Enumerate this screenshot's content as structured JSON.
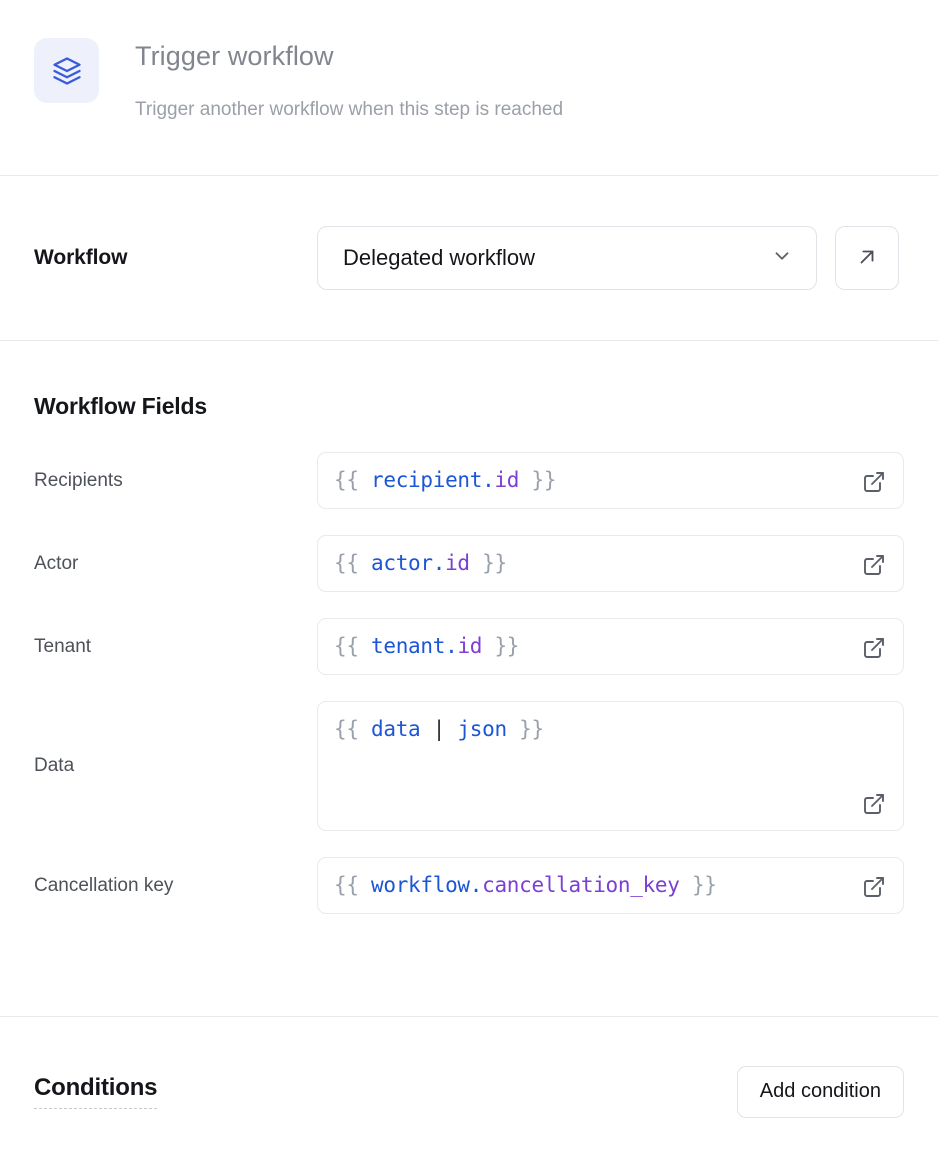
{
  "header": {
    "icon": "layers-icon",
    "title": "Trigger workflow",
    "subtitle": "Trigger another workflow when this step is reached",
    "icon_color": "#3a5bd9",
    "icon_bg": "#eef1fb"
  },
  "workflow": {
    "label": "Workflow",
    "selected": "Delegated workflow",
    "dropdown_icon": "chevron-down-icon",
    "open_button_icon": "arrow-up-right-icon"
  },
  "workflow_fields": {
    "title": "Workflow Fields",
    "external_link_icon": "external-link-icon",
    "fields": [
      {
        "label": "Recipients",
        "value": "{{ recipient.id }}",
        "tokens": [
          {
            "text": "{{ ",
            "type": "brace"
          },
          {
            "text": "recipient.",
            "type": "obj"
          },
          {
            "text": "id",
            "type": "prop"
          },
          {
            "text": " }}",
            "type": "brace"
          }
        ],
        "multiline": false
      },
      {
        "label": "Actor",
        "value": "{{ actor.id }}",
        "tokens": [
          {
            "text": "{{ ",
            "type": "brace"
          },
          {
            "text": "actor.",
            "type": "obj"
          },
          {
            "text": "id",
            "type": "prop"
          },
          {
            "text": " }}",
            "type": "brace"
          }
        ],
        "multiline": false
      },
      {
        "label": "Tenant",
        "value": "{{ tenant.id }}",
        "tokens": [
          {
            "text": "{{ ",
            "type": "brace"
          },
          {
            "text": "tenant.",
            "type": "obj"
          },
          {
            "text": "id",
            "type": "prop"
          },
          {
            "text": " }}",
            "type": "brace"
          }
        ],
        "multiline": false
      },
      {
        "label": "Data",
        "value": "{{ data | json }}",
        "tokens": [
          {
            "text": "{{ ",
            "type": "brace"
          },
          {
            "text": "data",
            "type": "obj"
          },
          {
            "text": " | ",
            "type": "pipe"
          },
          {
            "text": "json",
            "type": "fn"
          },
          {
            "text": " }}",
            "type": "brace"
          }
        ],
        "multiline": true
      },
      {
        "label": "Cancellation key",
        "value": "{{ workflow.cancellation_key }}",
        "tokens": [
          {
            "text": "{{ ",
            "type": "brace"
          },
          {
            "text": "workflow.",
            "type": "obj"
          },
          {
            "text": "cancellation_key",
            "type": "prop"
          },
          {
            "text": " }}",
            "type": "brace"
          }
        ],
        "multiline": false
      }
    ]
  },
  "conditions": {
    "title": "Conditions",
    "add_button_label": "Add condition"
  },
  "colors": {
    "accent_blue": "#1b56d6",
    "accent_purple": "#7b3fd4",
    "border": "#e1e3e9",
    "divider": "#e8e9ee",
    "text_primary": "#14161a",
    "text_muted": "#4d5158"
  }
}
